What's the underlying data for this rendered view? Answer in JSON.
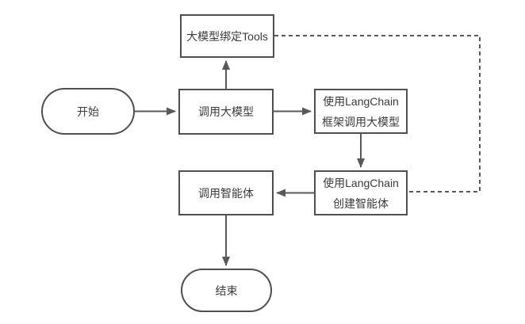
{
  "diagram": {
    "title": "LangChain agent flowchart",
    "colors": {
      "background": "#ffffff",
      "node_border": "#4f4f4f",
      "edge_stroke": "#595959",
      "text": "#3b3b3b"
    },
    "nodes": {
      "start": {
        "label": "开始",
        "shape": "stadium"
      },
      "bind_tools": {
        "label": "大模型绑定Tools",
        "shape": "rect"
      },
      "call_llm": {
        "label": "调用大模型",
        "shape": "rect"
      },
      "langchain_call": {
        "line1": "使用LangChain",
        "line2": "框架调用大模型",
        "shape": "rect"
      },
      "langchain_agent": {
        "line1": "使用LangChain",
        "line2": "创建智能体",
        "shape": "rect"
      },
      "call_agent": {
        "label": "调用智能体",
        "shape": "rect"
      },
      "end": {
        "label": "结束",
        "shape": "stadium"
      }
    },
    "edges": [
      {
        "from": "start",
        "to": "call_llm",
        "style": "solid",
        "arrowhead": true
      },
      {
        "from": "call_llm",
        "to": "bind_tools",
        "style": "solid",
        "arrowhead": true
      },
      {
        "from": "call_llm",
        "to": "langchain_call",
        "style": "solid",
        "arrowhead": true
      },
      {
        "from": "langchain_call",
        "to": "langchain_agent",
        "style": "solid",
        "arrowhead": true
      },
      {
        "from": "langchain_agent",
        "to": "call_agent",
        "style": "solid",
        "arrowhead": true
      },
      {
        "from": "call_agent",
        "to": "end",
        "style": "solid",
        "arrowhead": true
      },
      {
        "from": "bind_tools",
        "to": "langchain_agent",
        "style": "dashed",
        "arrowhead": false
      }
    ]
  }
}
